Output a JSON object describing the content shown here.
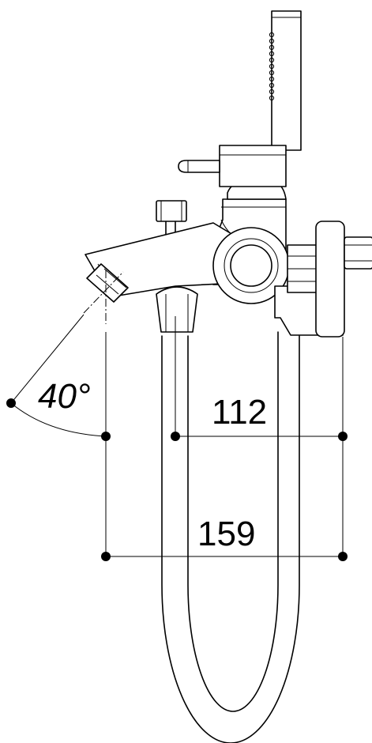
{
  "dimensions": {
    "angle": "40°",
    "width_upper": "112",
    "width_lower": "159"
  }
}
